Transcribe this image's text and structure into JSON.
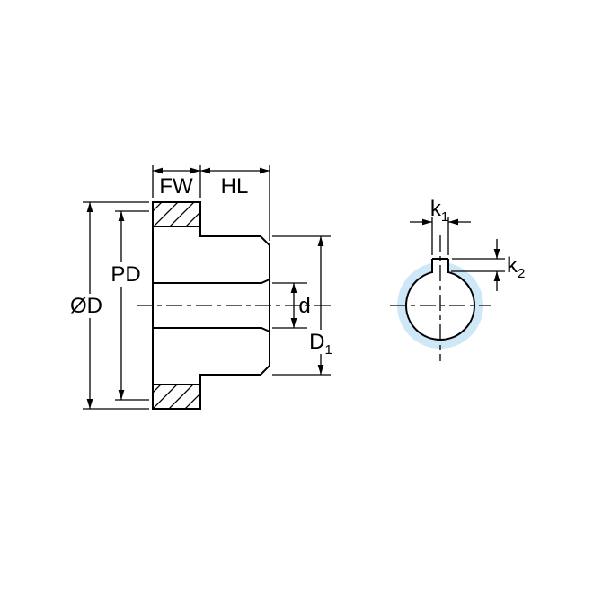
{
  "colors": {
    "background": "#ffffff",
    "gear_fill": "#cfe8f7",
    "line_color": "#000000"
  },
  "labels": {
    "face_width": "FW",
    "hub_length": "HL",
    "outside_diameter": "ØD",
    "pitch_diameter": "PD",
    "bore_diameter": "d",
    "hub_diameter": {
      "main": "D",
      "sub": "1"
    },
    "keyway_width": {
      "main": "k",
      "sub": "1"
    },
    "keyway_depth": {
      "main": "k",
      "sub": "2"
    }
  }
}
